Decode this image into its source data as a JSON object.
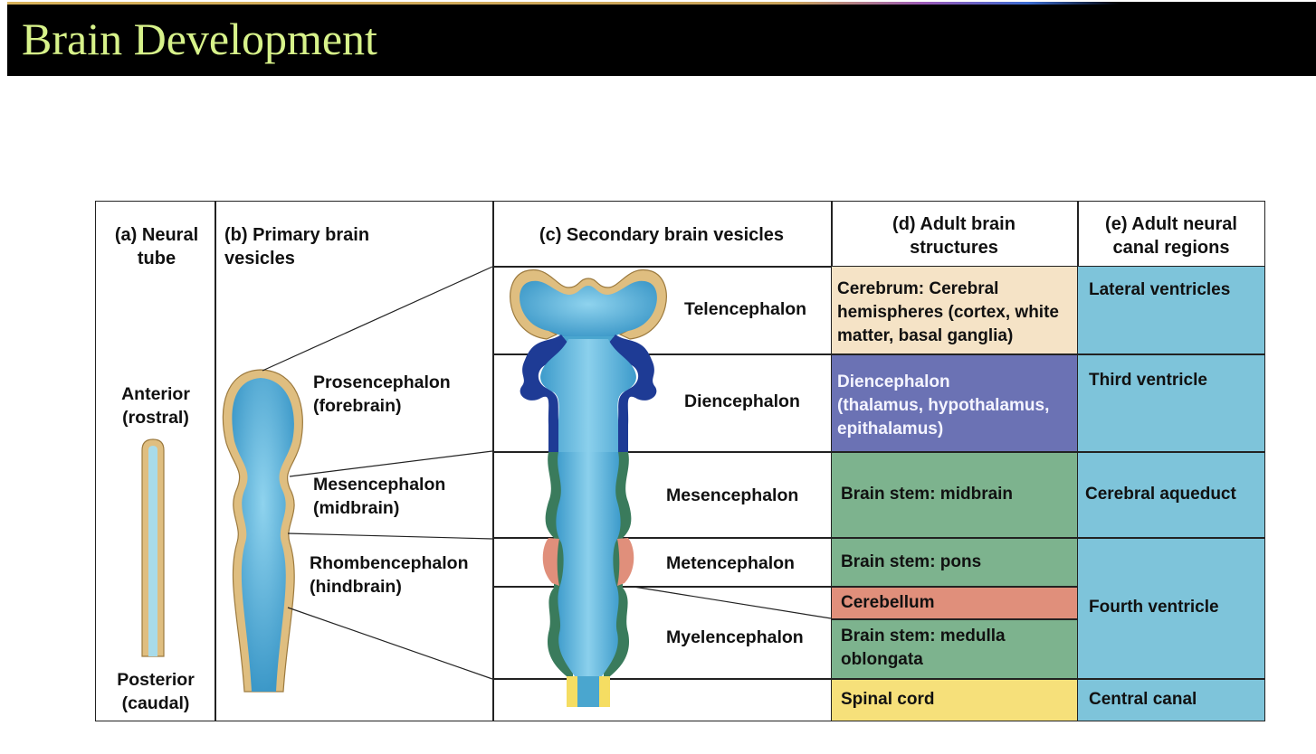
{
  "title": "Brain Development",
  "columns": {
    "a": "(a) Neural\ntube",
    "b": "(b) Primary brain\nvesicles",
    "c": "(c) Secondary brain vesicles",
    "d": "(d) Adult brain\nstructures",
    "e": "(e) Adult neural\ncanal regions"
  },
  "neural_tube": {
    "anterior": "Anterior\n(rostral)",
    "posterior": "Posterior\n(caudal)"
  },
  "primary_vesicles": [
    "Prosencephalon\n(forebrain)",
    "Mesencephalon\n(midbrain)",
    "Rhombencephalon\n(hindbrain)"
  ],
  "secondary_vesicles": [
    "Telencephalon",
    "Diencephalon",
    "Mesencephalon",
    "Metencephalon",
    "Myelencephalon"
  ],
  "adult_structures": [
    {
      "text": "Cerebrum: Cerebral\nhemispheres (cortex, white\nmatter, basal ganglia)",
      "color": "#f5e3c6"
    },
    {
      "text": "Diencephalon\n(thalamus, hypothalamus,\nepithalamus)",
      "color": "#6b72b4"
    },
    {
      "text": "Brain stem: midbrain",
      "color": "#7db38e"
    },
    {
      "text": "Brain stem: pons",
      "color": "#7db38e"
    },
    {
      "text": "Cerebellum",
      "color": "#e08f7b"
    },
    {
      "text": "Brain stem: medulla\noblongata",
      "color": "#7db38e"
    },
    {
      "text": "Spinal cord",
      "color": "#f6e07a"
    }
  ],
  "canal_regions": [
    "Lateral ventricles",
    "Third ventricle",
    "Cerebral aqueduct",
    "Fourth ventricle",
    "Central canal"
  ],
  "colors": {
    "canal_blue": "#7ec4da",
    "vesicle_blue": "#4aa6cf",
    "wall_tan": "#dfbe80",
    "dien_navy": "#1e3b95",
    "stem_green": "#3a7b5c",
    "cerebellum": "#e08f7b",
    "spinal_yellow": "#f5dd62"
  }
}
